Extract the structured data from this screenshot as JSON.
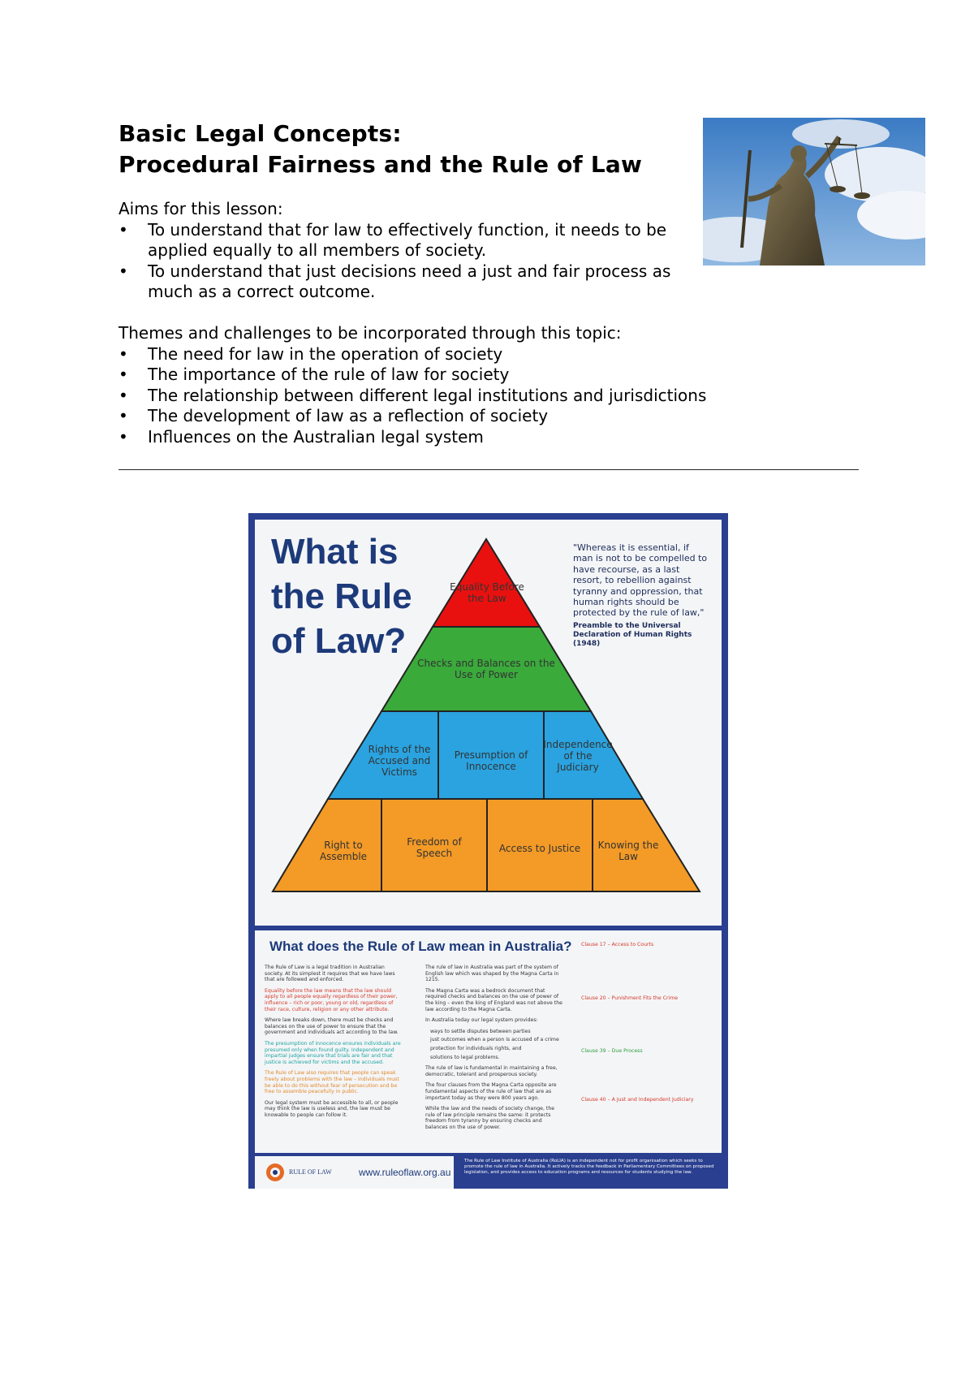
{
  "header": {
    "title_line1": "Basic Legal Concepts:",
    "title_line2": "Procedural Fairness and the Rule of Law"
  },
  "aims": {
    "heading": "Aims for this lesson:",
    "items": [
      "To understand that for law to effectively function, it needs to be applied equally to all members of society.",
      "To understand that just decisions need a just and fair process as much as a correct outcome."
    ]
  },
  "themes": {
    "heading": "Themes and challenges to be incorporated through this topic:",
    "items": [
      "The need for law in the operation of society",
      "The importance of the rule of law for society",
      "The relationship between different legal institutions and jurisdictions",
      "The development of law as a reflection of society",
      "Influences on the Australian legal system"
    ]
  },
  "bullet_char": "•",
  "poster": {
    "title_lines": [
      "What is",
      "the Rule",
      "of Law?"
    ],
    "quote": "\"Whereas it is essential, if man is not to be compelled to have recourse, as a last resort, to rebellion against tyranny and oppression, that human rights should be protected by the rule of law,\"",
    "quote_source": "Preamble to the Universal Declaration of Human Rights (1948)",
    "pyramid": {
      "tier1": "Equality Before the Law",
      "tier2": "Checks and Balances on the Use of Power",
      "tier3": [
        "Rights of the Accused and Victims",
        "Presumption of Innocence",
        "Independence of the Judiciary"
      ],
      "tier4": [
        "Right to Assemble",
        "Freedom of Speech",
        "Access to Justice",
        "Knowing the Law"
      ],
      "colors": {
        "tier1": "#e8110f",
        "tier2": "#3aaa3b",
        "tier3": "#2aa3e0",
        "tier4": "#f39a27"
      }
    },
    "bottom_heading": "What does the Rule of Law mean in Australia?",
    "col1": [
      "The Rule of Law is a legal tradition in Australian society. At its simplest it requires that we have laws that are followed and enforced.",
      "Equality before the law means that the law should apply to all people equally regardless of their power, influence – rich or poor, young or old, regardless of their race, culture, religion or any other attribute.",
      "Where law breaks down, there must be checks and balances on the use of power to ensure that the government and individuals act according to the law.",
      "The presumption of innocence ensures individuals are presumed only when found guilty. Independent and impartial judges ensure that trials are fair and that justice is achieved for victims and the accused.",
      "The Rule of Law also requires that people can speak freely about problems with the law – individuals must be able to do this without fear of persecution and be free to assemble peacefully in public.",
      "Our legal system must be accessible to all, or people may think the law is useless and, the law must be knowable to people can follow it."
    ],
    "col2": [
      "The rule of law in Australia was part of the system of English law which was shaped by the Magna Carta in 1215.",
      "The Magna Carta was a bedrock document that required checks and balances on the use of power of the king – even the king of England was not above the law according to the Magna Carta.",
      "In Australia today our legal system provides:",
      "ways to settle disputes between parties",
      "just outcomes when a person is accused of a crime",
      "protection for individuals rights, and",
      "solutions to legal problems.",
      "The rule of law is fundamental in maintaining a free, democratic, tolerant and prosperous society.",
      "The four clauses from the Magna Carta opposite are fundamental aspects of the rule of law that are as important today as they were 800 years ago.",
      "While the law and the needs of society change, the rule of law principle remains the same: it protects freedom from tyranny by ensuring checks and balances on the use of power."
    ],
    "col3": [
      "Clause 17 – Access to Courts",
      "Clause 20 – Punishment Fits the Crime",
      "Clause 39 – Due Process",
      "Clause 40 – A Just and Independent Judiciary"
    ],
    "footer_logo_text": "RULE OF LAW",
    "footer_url": "www.ruleoflaw.org.au",
    "footer_text": "The Rule of Law Institute of Australia (RoLIA) is an independent not for profit organisation which seeks to promote the rule of law in Australia. It actively tracks the feedback in Parliamentary Committees on proposed legislation, and provides access to education programs and resources for students studying the law."
  }
}
